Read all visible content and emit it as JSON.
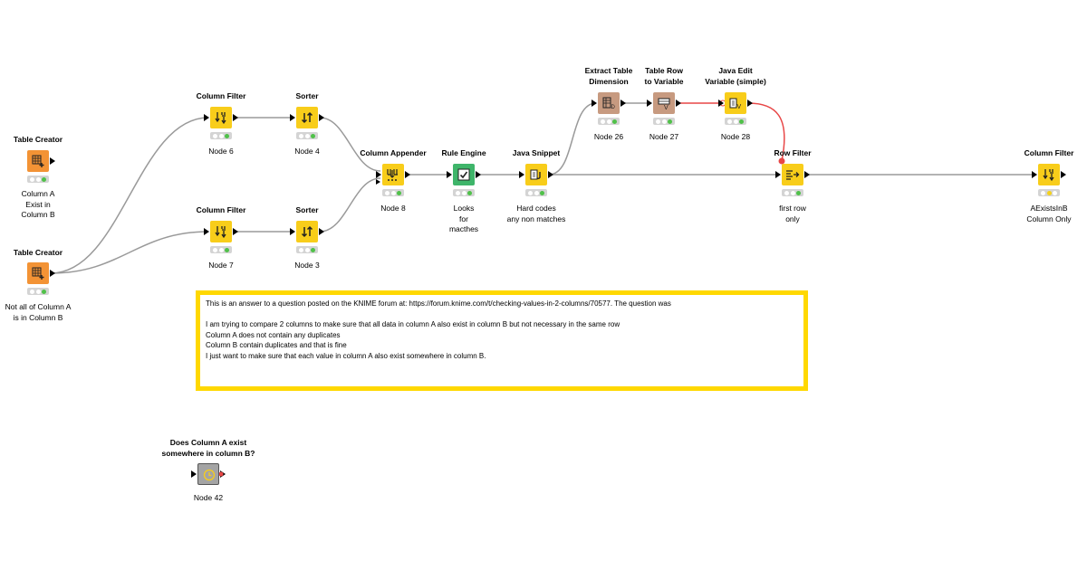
{
  "colors": {
    "manipulator": "#f8cd1a",
    "source": "#f39335",
    "rule_engine": "#3fb56a",
    "meta": "#c79a80",
    "component": "#a4a4a4",
    "connection": "#9a9a9a",
    "variable_connection": "#e84747",
    "annotation_border": "#ffd800",
    "status_green": "#4fc149",
    "status_yellow": "#f5d21a"
  },
  "nodes": [
    {
      "id": "tc1",
      "title": "Table Creator",
      "label": "Column A\nExist in\nColumn B",
      "icon": "table-creator-icon",
      "status": "green"
    },
    {
      "id": "tc2",
      "title": "Table Creator",
      "label": "Not all of Column A\nis in Column B",
      "icon": "table-creator-icon",
      "status": "green"
    },
    {
      "id": "cf6",
      "title": "Column Filter",
      "label": "Node 6",
      "icon": "column-filter-icon",
      "status": "green"
    },
    {
      "id": "cf7",
      "title": "Column Filter",
      "label": "Node 7",
      "icon": "column-filter-icon",
      "status": "green"
    },
    {
      "id": "s4",
      "title": "Sorter",
      "label": "Node 4",
      "icon": "sorter-icon",
      "status": "green"
    },
    {
      "id": "s3",
      "title": "Sorter",
      "label": "Node 3",
      "icon": "sorter-icon",
      "status": "green"
    },
    {
      "id": "ca8",
      "title": "Column Appender",
      "label": "Node 8",
      "icon": "column-appender-icon",
      "status": "green"
    },
    {
      "id": "re",
      "title": "Rule Engine",
      "label": "Looks\nfor\nmacthes",
      "icon": "rule-engine-icon",
      "status": "green"
    },
    {
      "id": "js",
      "title": "Java Snippet",
      "label": "Hard codes\nany non matches",
      "icon": "java-snippet-icon",
      "status": "green"
    },
    {
      "id": "etd",
      "title": "Extract Table\nDimension",
      "label": "Node 26",
      "icon": "extract-dimension-icon",
      "status": "green"
    },
    {
      "id": "trv",
      "title": "Table Row\nto Variable",
      "label": "Node 27",
      "icon": "table-row-variable-icon",
      "status": "green"
    },
    {
      "id": "jev",
      "title": "Java Edit\nVariable (simple)",
      "label": "Node 28",
      "icon": "java-edit-variable-icon",
      "status": "green"
    },
    {
      "id": "rf",
      "title": "Row Filter",
      "label": "first row\nonly",
      "icon": "row-filter-icon",
      "status": "green"
    },
    {
      "id": "cfo",
      "title": "Column Filter",
      "label": "AExistsInB\nColumn Only",
      "icon": "column-filter-icon",
      "status": "yellow"
    },
    {
      "id": "comp",
      "title": "Does Column A exist\nsomewhere in column B?",
      "label": "Node 42",
      "icon": "component-icon",
      "status": "none"
    }
  ],
  "annotation": {
    "lines": [
      "This is an answer to a question posted on the KNIME forum at: https://forum.knime.com/t/checking-values-in-2-columns/70577. The question was",
      "",
      "I am trying to compare 2 columns to make sure that all data in column A also exist in column B but not necessary in the same row",
      "Column A does not contain any duplicates",
      "Column B contain duplicates and that is fine",
      "I just want to make sure that each value in column A also exist somewhere in column B."
    ]
  }
}
